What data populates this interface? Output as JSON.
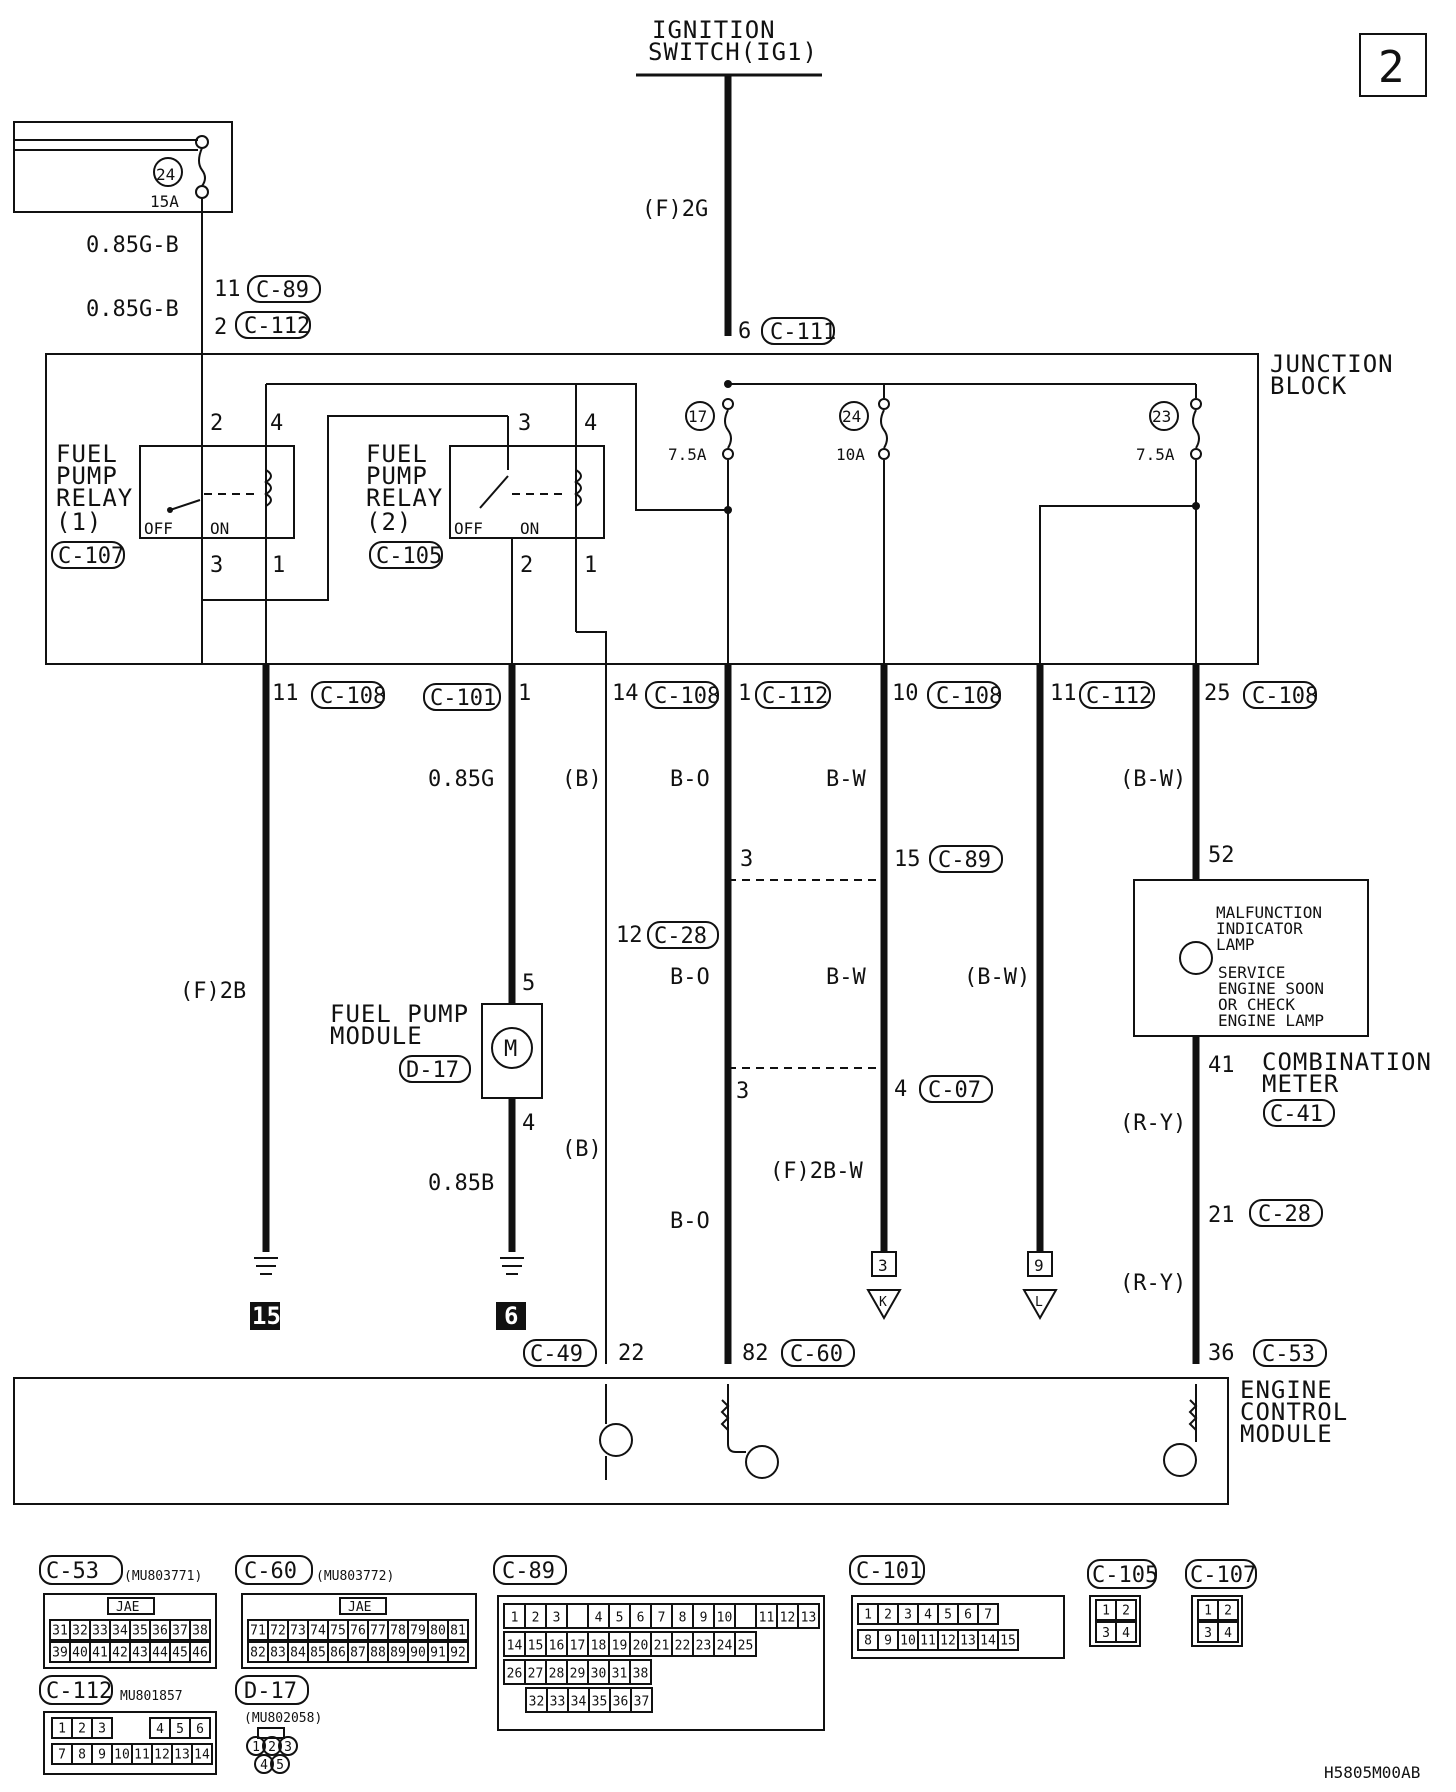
{
  "page_number": "2",
  "ignition": {
    "line1": "IGNITION",
    "line2": "SWITCH(IG1)",
    "wire": "(F)2G",
    "pin": "6",
    "conn": "C-111"
  },
  "top_left": {
    "fuse": "24",
    "fuse_amp": "15A",
    "wire1": "0.85G-B",
    "pin1": "11",
    "conn1": "C-89",
    "wire2": "0.85G-B",
    "pin2": "2",
    "conn2": "C-112"
  },
  "junction_block": {
    "line1": "JUNCTION",
    "line2": "BLOCK"
  },
  "relay1": {
    "l1": "FUEL",
    "l2": "PUMP",
    "l3": "RELAY",
    "l4": "(1)",
    "conn": "C-107",
    "off": "OFF",
    "on": "ON",
    "p2": "2",
    "p4": "4",
    "p3": "3",
    "p1": "1"
  },
  "relay2": {
    "l1": "FUEL",
    "l2": "PUMP",
    "l3": "RELAY",
    "l4": "(2)",
    "conn": "C-105",
    "off": "OFF",
    "on": "ON",
    "p3": "3",
    "p4": "4",
    "p2": "2",
    "p1": "1"
  },
  "fuses": [
    {
      "num": "17",
      "amp": "7.5A"
    },
    {
      "num": "24",
      "amp": "10A"
    },
    {
      "num": "23",
      "amp": "7.5A"
    }
  ],
  "bottom_pins": [
    {
      "pin": "11",
      "conn": "C-108"
    },
    {
      "conn": "C-101",
      "pin": "1"
    },
    {
      "pin": "14",
      "conn": "C-108"
    },
    {
      "pin": "1",
      "conn": "C-112"
    },
    {
      "pin": "10",
      "conn": "C-108"
    },
    {
      "pin": "11",
      "conn": "C-112"
    },
    {
      "pin": "25",
      "conn": "C-108"
    }
  ],
  "wires": {
    "w1": "(F)2B",
    "w2a": "0.85G",
    "w2b": "0.85B",
    "w3a": "(B)",
    "w3b": "(B)",
    "w4a": "B-O",
    "w4b": "B-O",
    "w4c": "B-O",
    "w5a": "B-W",
    "w5b": "B-W",
    "w5c": "(F)2B-W",
    "w6": "(B-W)",
    "w7a": "(B-W)",
    "w7b": "(R-Y)",
    "w7c": "(R-Y)"
  },
  "mid_pins": {
    "p3a": "3",
    "p15": "15",
    "c89": "C-89",
    "p12": "12",
    "c28": "C-28",
    "p3b": "3",
    "p4": "4",
    "c07": "C-07",
    "p52": "52",
    "p41": "41",
    "p21": "21",
    "c28b": "C-28"
  },
  "fuel_pump": {
    "l1": "FUEL PUMP",
    "l2": "MODULE",
    "conn": "D-17",
    "p5": "5",
    "p4": "4",
    "motor": "M"
  },
  "mil": {
    "l1": "MALFUNCTION",
    "l2": "INDICATOR",
    "l3": "LAMP",
    "l4": "SERVICE",
    "l5": "ENGINE SOON",
    "l6": "OR CHECK",
    "l7": "ENGINE LAMP"
  },
  "combination_meter": {
    "l1": "COMBINATION",
    "l2": "METER",
    "conn": "C-41"
  },
  "grounds": {
    "g1": "15",
    "g2": "6"
  },
  "offpage": [
    {
      "num": "3",
      "letter": "K"
    },
    {
      "num": "9",
      "letter": "L"
    }
  ],
  "ecm": {
    "l1": "ENGINE",
    "l2": "CONTROL",
    "l3": "MODULE",
    "c49": "C-49",
    "p22": "22",
    "p82": "82",
    "c60": "C-60",
    "p36": "36",
    "c53": "C-53"
  },
  "connectors": {
    "c53": {
      "name": "C-53",
      "part": "(MU803771)",
      "tag": "JAE",
      "row1": [
        "31",
        "32",
        "33",
        "34",
        "35",
        "36",
        "37",
        "38"
      ],
      "row2": [
        "39",
        "40",
        "41",
        "42",
        "43",
        "44",
        "45",
        "46"
      ]
    },
    "c60": {
      "name": "C-60",
      "part": "(MU803772)",
      "tag": "JAE",
      "row1": [
        "71",
        "72",
        "73",
        "74",
        "75",
        "76",
        "77",
        "78",
        "79",
        "80",
        "81"
      ],
      "row2": [
        "82",
        "83",
        "84",
        "85",
        "86",
        "87",
        "88",
        "89",
        "90",
        "91",
        "92"
      ]
    },
    "c89": {
      "name": "C-89",
      "row1": [
        "1",
        "2",
        "3",
        "",
        "4",
        "5",
        "6",
        "7",
        "8",
        "9",
        "10",
        "",
        "11",
        "12",
        "13"
      ],
      "row2": [
        "14",
        "15",
        "16",
        "17",
        "18",
        "19",
        "20",
        "21",
        "22",
        "23",
        "24",
        "25"
      ],
      "row3": [
        "26",
        "27",
        "28",
        "29",
        "30",
        "31",
        "38"
      ],
      "row4": [
        "32",
        "33",
        "34",
        "35",
        "36",
        "37"
      ]
    },
    "c101": {
      "name": "C-101",
      "row1": [
        "1",
        "2",
        "3",
        "4",
        "5",
        "6",
        "7"
      ],
      "row2": [
        "8",
        "9",
        "10",
        "11",
        "12",
        "13",
        "14",
        "15"
      ]
    },
    "c105": {
      "name": "C-105",
      "pins": [
        "1",
        "2",
        "3",
        "4"
      ]
    },
    "c107": {
      "name": "C-107",
      "pins": [
        "1",
        "2",
        "3",
        "4"
      ]
    },
    "c112": {
      "name": "C-112",
      "part": "MU801857",
      "row1": [
        "1",
        "2",
        "3",
        "4",
        "5",
        "6"
      ],
      "row2": [
        "7",
        "8",
        "9",
        "10",
        "11",
        "12",
        "13",
        "14"
      ]
    },
    "d17": {
      "name": "D-17",
      "part": "(MU802058)",
      "pins": [
        "1",
        "2",
        "3",
        "4",
        "5"
      ]
    }
  },
  "footer_code": "H5805M00AB"
}
